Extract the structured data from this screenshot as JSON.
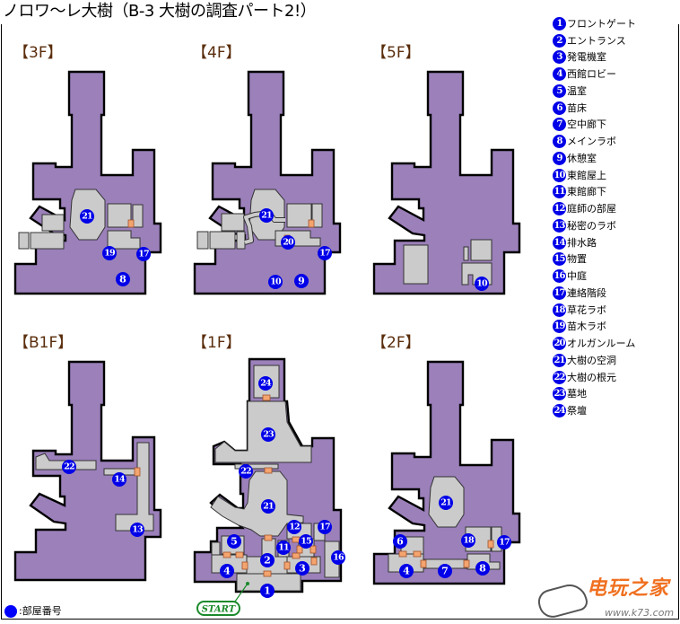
{
  "title": "ノロワ〜レ大樹（B-3 大樹の調査パート2!）",
  "floors": [
    {
      "label": "【3F】",
      "markers": [
        "21",
        "19",
        "17",
        "8"
      ]
    },
    {
      "label": "【4F】",
      "markers": [
        "21",
        "20",
        "17",
        "10",
        "9"
      ]
    },
    {
      "label": "【5F】",
      "markers": [
        "10"
      ]
    },
    {
      "label": "【B1F】",
      "markers": [
        "22",
        "14",
        "13"
      ]
    },
    {
      "label": "【1F】",
      "markers": [
        "24",
        "23",
        "22",
        "21",
        "12",
        "17",
        "5",
        "15",
        "11",
        "16",
        "2",
        "3",
        "4",
        "1"
      ]
    },
    {
      "label": "【2F】",
      "markers": [
        "21",
        "6",
        "18",
        "17",
        "4",
        "7",
        "8"
      ]
    }
  ],
  "start_label": "START",
  "legend": [
    {
      "num": "1",
      "label": "フロントゲート"
    },
    {
      "num": "2",
      "label": "エントランス"
    },
    {
      "num": "3",
      "label": "発電機室"
    },
    {
      "num": "4",
      "label": "西館ロビー"
    },
    {
      "num": "5",
      "label": "温室"
    },
    {
      "num": "6",
      "label": "苗床"
    },
    {
      "num": "7",
      "label": "空中廊下"
    },
    {
      "num": "8",
      "label": "メインラボ"
    },
    {
      "num": "9",
      "label": "休憩室"
    },
    {
      "num": "10",
      "label": "東館屋上"
    },
    {
      "num": "11",
      "label": "東館廊下"
    },
    {
      "num": "12",
      "label": "庭師の部屋"
    },
    {
      "num": "13",
      "label": "秘密のラボ"
    },
    {
      "num": "14",
      "label": "排水路"
    },
    {
      "num": "15",
      "label": "物置"
    },
    {
      "num": "16",
      "label": "中庭"
    },
    {
      "num": "17",
      "label": "連絡階段"
    },
    {
      "num": "18",
      "label": "草花ラボ"
    },
    {
      "num": "19",
      "label": "苗木ラボ"
    },
    {
      "num": "20",
      "label": "オルガンルーム"
    },
    {
      "num": "21",
      "label": "大樹の空洞"
    },
    {
      "num": "22",
      "label": "大樹の根元"
    },
    {
      "num": "23",
      "label": "墓地"
    },
    {
      "num": "24",
      "label": "祭壇"
    }
  ],
  "key_label": ":部屋番号",
  "watermark": {
    "logo": "电玩之家",
    "url": "www.k73.com"
  },
  "colors": {
    "floor": "#9b80ba",
    "room": "#cbcbcb",
    "marker": "#0000e8",
    "door": "#f4a46e",
    "label": "#5a2d0c",
    "start": "#1a8a2a"
  }
}
